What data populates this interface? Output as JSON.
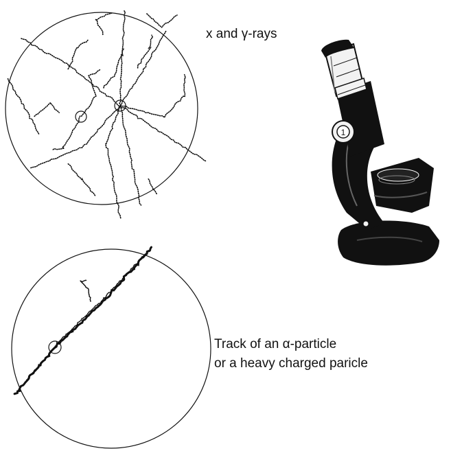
{
  "labels": {
    "top_panel": "x and γ-rays",
    "bottom_panel_line1": "Track of an α-particle",
    "bottom_panel_line2": "or a heavy charged paricle"
  },
  "colors": {
    "ink": "#111111",
    "paper": "#ffffff",
    "microscope_highlight": "#f2f2f2"
  },
  "icons": {
    "instrument": "microscope-icon"
  }
}
